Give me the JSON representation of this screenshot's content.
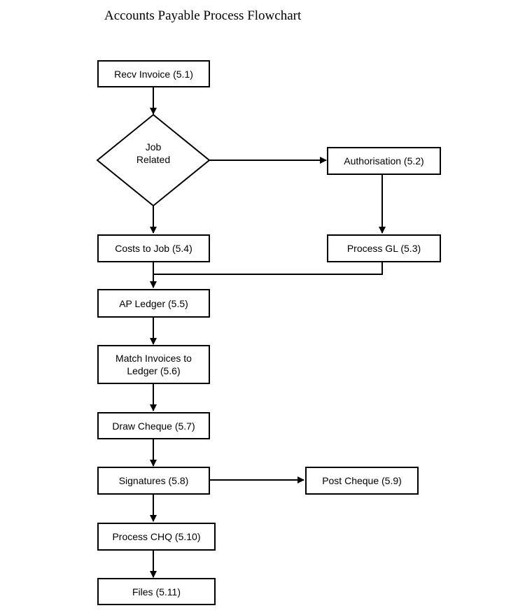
{
  "title": "Accounts Payable Process Flowchart",
  "nodes": {
    "recv_invoice": "Recv Invoice (5.1)",
    "job_related": "Job\nRelated",
    "authorisation": "Authorisation (5.2)",
    "costs_to_job": "Costs to Job (5.4)",
    "process_gl": "Process GL (5.3)",
    "ap_ledger": "AP Ledger (5.5)",
    "match_invoices": "Match Invoices to\nLedger (5.6)",
    "draw_cheque": "Draw Cheque (5.7)",
    "signatures": "Signatures (5.8)",
    "post_cheque": "Post Cheque (5.9)",
    "process_chq": "Process CHQ (5.10)",
    "files": "Files (5.11)"
  },
  "edges": [
    {
      "from": "recv_invoice",
      "to": "job_related"
    },
    {
      "from": "job_related",
      "to": "authorisation"
    },
    {
      "from": "job_related",
      "to": "costs_to_job"
    },
    {
      "from": "authorisation",
      "to": "process_gl"
    },
    {
      "from": "costs_to_job",
      "to": "ap_ledger"
    },
    {
      "from": "process_gl",
      "to": "ap_ledger"
    },
    {
      "from": "ap_ledger",
      "to": "match_invoices"
    },
    {
      "from": "match_invoices",
      "to": "draw_cheque"
    },
    {
      "from": "draw_cheque",
      "to": "signatures"
    },
    {
      "from": "signatures",
      "to": "post_cheque"
    },
    {
      "from": "signatures",
      "to": "process_chq"
    },
    {
      "from": "process_chq",
      "to": "files"
    }
  ]
}
